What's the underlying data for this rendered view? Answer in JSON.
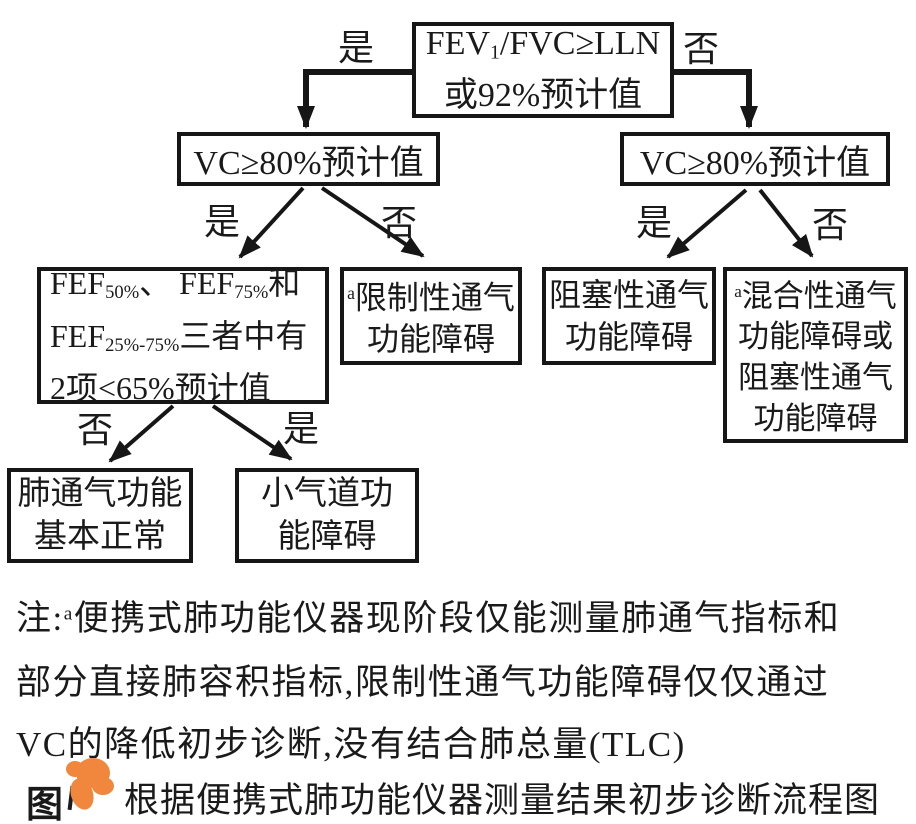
{
  "flowchart": {
    "labels": {
      "yes": "是",
      "no": "否"
    },
    "nodes": {
      "root": {
        "l1_pre": "FEV",
        "l1_sub": "1",
        "l1_post": "/FVC≥LLN",
        "l2": "或92%预计值"
      },
      "vc_left": {
        "text": "VC≥80%预计值"
      },
      "vc_right": {
        "text": "VC≥80%预计值"
      },
      "fef": {
        "t1": "FEF",
        "s1": "50%",
        "t2": "、 FEF",
        "s2": "75%",
        "t3": "和",
        "t4": "FEF",
        "s3": "25%-75%",
        "t5": "三者中有",
        "l3": "2项<65%预计值"
      },
      "restrictive": {
        "sup": "a",
        "l1": "限制性通气",
        "l2": "功能障碍"
      },
      "obstructive": {
        "l1": "阻塞性通气",
        "l2": "功能障碍"
      },
      "mixed": {
        "sup": "a",
        "l1": "混合性通气",
        "l2": "功能障碍或",
        "l3": "阻塞性通气",
        "l4": "功能障碍"
      },
      "normal": {
        "l1": "肺通气功能",
        "l2": "基本正常"
      },
      "small_airway": {
        "l1": "小气道功",
        "l2": "能障碍"
      }
    }
  },
  "note": {
    "label": "注:",
    "sup": "a",
    "line1": "便携式肺功能仪器现阶段仅能测量肺通气指标和",
    "line2": "部分直接肺容积指标,限制性通气功能障碍仅仅通过",
    "line3": "VC的降低初步诊断,没有结合肺总量(TLC)"
  },
  "caption": {
    "fig_label": "图",
    "text": "根据便携式肺功能仪器测量结果初步诊断流程图"
  },
  "colors": {
    "ink": "#1a1a1a",
    "line": "#161616",
    "blob_orange": "#f0873c",
    "background": "#ffffff"
  }
}
